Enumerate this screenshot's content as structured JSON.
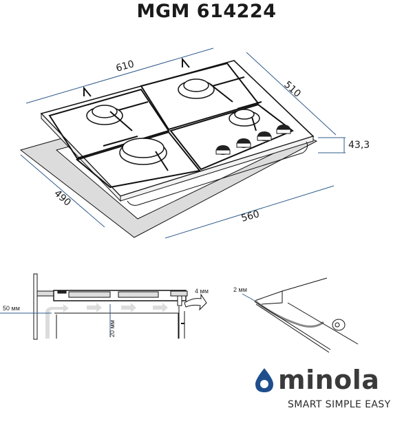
{
  "title": "MGM 614224",
  "dimensions": {
    "width": "610",
    "depth": "510",
    "height": "43,3",
    "cutout_depth": "490",
    "cutout_width": "560"
  },
  "installation": {
    "side_clearance": "50 мм",
    "gap_below": "20 мм",
    "rear_gap": "4 мм",
    "seal_thickness": "2 мм"
  },
  "burner_count": 4,
  "knob_count": 4,
  "brand": {
    "name": "minola",
    "slogan": "SMART SIMPLE EASY",
    "drop_color": "#1f4e8c",
    "text_color": "#3a3a3a"
  },
  "colors": {
    "dimension_line": "#2f5a8a",
    "cutout_fill": "#dcdcdc",
    "outline": "#111111"
  }
}
